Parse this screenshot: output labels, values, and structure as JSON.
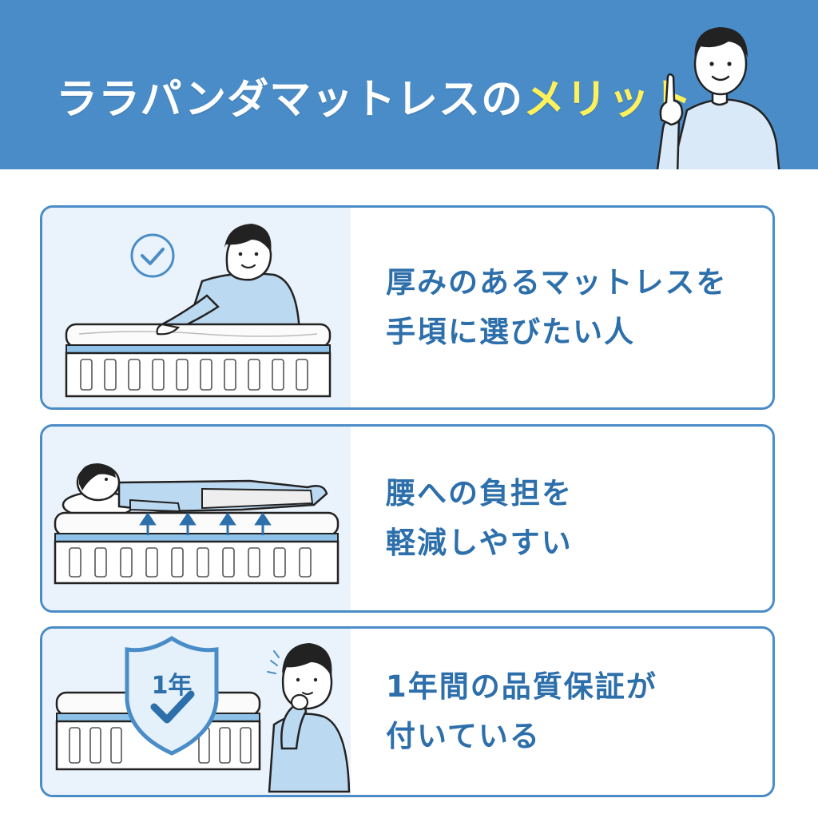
{
  "header": {
    "title_main": "ララパンダマットレスの",
    "title_highlight": "メリット",
    "colors": {
      "band": "#4a8cc7",
      "highlight": "#fff15a",
      "text": "#ffffff"
    }
  },
  "cards": [
    {
      "lines": [
        "厚みのあるマットレスを",
        "手頃に選びたい人"
      ],
      "icon": "check-circle-icon"
    },
    {
      "lines": [
        "腰への負担を",
        "軽減しやすい"
      ],
      "icon": "support-arrows-icon"
    },
    {
      "lines": [
        "1年間の品質保証が",
        "付いている"
      ],
      "badge": "1年",
      "icon": "shield-check-icon"
    }
  ],
  "colors": {
    "accent": "#4a8cc7",
    "text_blue": "#2d6fab",
    "panel": "#eaf3fb"
  }
}
